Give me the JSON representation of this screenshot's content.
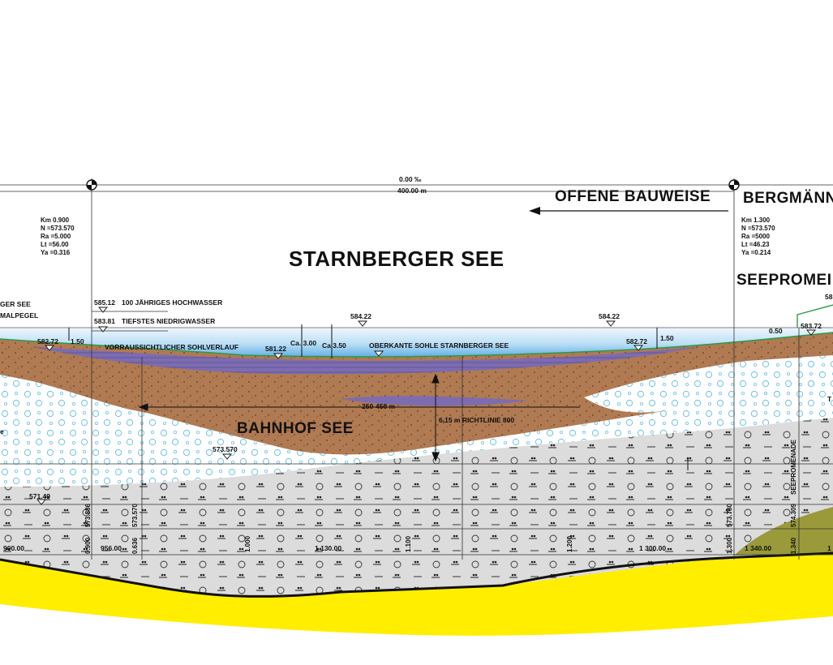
{
  "titles": {
    "lake": "STARNBERGER SEE",
    "station": "BAHNHOF SEE",
    "promenade": "SEEPROMEI",
    "construction_open": "OFFENE  BAUWEISE",
    "construction_mining": "BERGMÄNN"
  },
  "gradient": {
    "slope": "0.00 ‰",
    "length": "400.00 m"
  },
  "km_left": {
    "km": "Km    0.900",
    "n": "N    =573.570",
    "ra": "Ra   =5.000",
    "lt": "Lt    =56.00",
    "ya": "Ya   =0.316"
  },
  "km_right": {
    "km": "Km    1.300",
    "n": "N    =573.570",
    "ra": "Ra   =5000",
    "lt": "Lt    =46.23",
    "ya": "Ya   =0.214"
  },
  "water": {
    "flood_level": "585.12",
    "flood_label": "100 JÄHRIGES HOCHWASSER",
    "low_level": "583.81",
    "low_label": "TIEFSTES NIEDRIGWASSER",
    "left_cut_1": "GER SEE",
    "left_cut_2": "MALPEGEL",
    "surface_1": "584.22",
    "surface_2": "584.22"
  },
  "bed": {
    "left_bed": "582.72",
    "left_depth": "1.50",
    "expected": "VORRAUSSICHTLICHER SOHLVERLAUF",
    "mid_bed": "581.22",
    "ca_300": "Ca. 3.00",
    "ca_350": "Ca 3.50",
    "top_edge": "OBERKANTE SOHLE STARNBERGER SEE",
    "right_bed": "582.72",
    "right_depth": "1.50",
    "right_offset": "0.50",
    "right_level": "583.72",
    "right_cut": "58"
  },
  "station_dims": {
    "length": "250-450 m",
    "guideline": "6,15 m RICHTLINIE 800"
  },
  "levels": {
    "rail": "573.570",
    "deep": "571.49"
  },
  "vertical_labels": {
    "v1": "0.900",
    "v2": "573.886",
    "v3": "0.636",
    "v4": "573.570",
    "v5": "1.000",
    "v6": "1.100",
    "v7": "1.200",
    "v8": "1.300",
    "v9": "573.780",
    "v10": "1.340",
    "v11": "574.309",
    "v12": "SEEPROMENADE"
  },
  "stations": {
    "s1": "900.00",
    "s2": "956.00",
    "s3": "1 130.00",
    "s4": "1 300.00",
    "s5": "1 340.00",
    "s6": "1"
  },
  "misc": {
    "right_edge_1": "T",
    "left_edge_1": "e"
  }
}
